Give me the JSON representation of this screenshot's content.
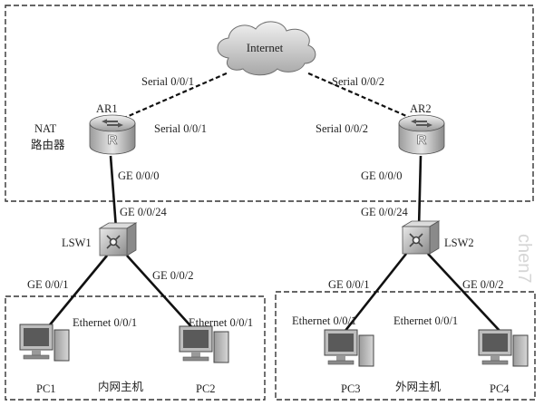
{
  "cloud": {
    "label": "Internet"
  },
  "devices": {
    "ar1": {
      "name": "AR1",
      "note_line1": "NAT",
      "note_line2": "路由器"
    },
    "ar2": {
      "name": "AR2"
    },
    "lsw1": {
      "name": "LSW1"
    },
    "lsw2": {
      "name": "LSW2"
    },
    "pc1": {
      "name": "PC1"
    },
    "pc2": {
      "name": "PC2"
    },
    "pc3": {
      "name": "PC3"
    },
    "pc4": {
      "name": "PC4"
    }
  },
  "groups": {
    "inner": {
      "label": "内网主机"
    },
    "outer": {
      "label": "外网主机"
    }
  },
  "ports": {
    "internet_ar1_serial_top": "Serial 0/0/1",
    "ar1_serial": "Serial 0/0/1",
    "internet_ar2_serial_top": "Serial 0/0/2",
    "ar2_serial": "Serial 0/0/2",
    "ar1_ge": "GE 0/0/0",
    "ar2_ge": "GE 0/0/0",
    "lsw1_up": "GE 0/0/24",
    "lsw2_up": "GE 0/0/24",
    "lsw1_pc1": "GE 0/0/1",
    "lsw1_pc2": "GE 0/0/2",
    "lsw2_pc3": "GE 0/0/1",
    "lsw2_pc4": "GE 0/0/2",
    "pc1_eth": "Ethernet 0/0/1",
    "pc2_eth": "Ethernet 0/0/1",
    "pc3_eth": "Ethernet 0/0/1",
    "pc4_eth": "Ethernet 0/0/1"
  },
  "watermark": "chen7"
}
